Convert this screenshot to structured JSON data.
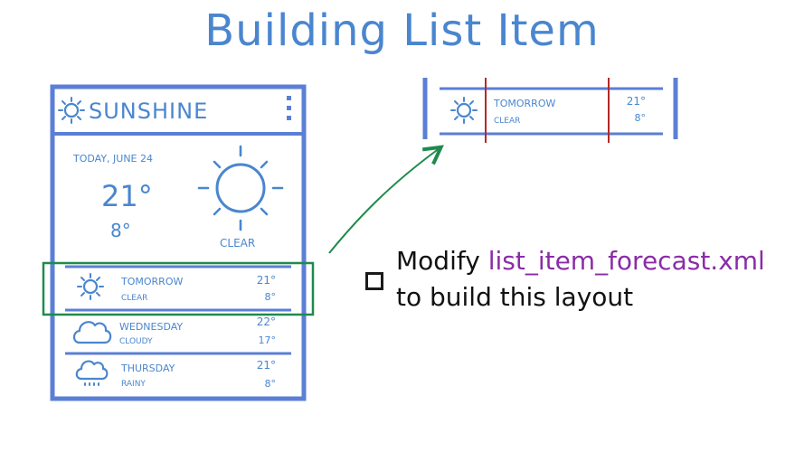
{
  "title": "Building List Item",
  "colors": {
    "blue": "#4a86cf",
    "frame": "#5b7fd6",
    "green_highlight": "#1f8a4c",
    "red_divider": "#b22a2a",
    "file_name": "#8a2ca8"
  },
  "phone": {
    "app_title": "SUNSHINE",
    "app_icon": "sun-icon",
    "menu_icon": "overflow-menu-icon",
    "today": {
      "date": "TODAY, JUNE 24",
      "high": "21°",
      "low": "8°",
      "condition": "CLEAR",
      "icon": "sun-icon"
    },
    "forecast": [
      {
        "day": "TOMORROW",
        "condition": "CLEAR",
        "high": "21°",
        "low": "8°",
        "icon": "sun-icon"
      },
      {
        "day": "WEDNESDAY",
        "condition": "CLOUDY",
        "high": "22°",
        "low": "17°",
        "icon": "cloud-icon"
      },
      {
        "day": "THURSDAY",
        "condition": "RAINY",
        "high": "21°",
        "low": "8°",
        "icon": "rain-cloud-icon"
      }
    ]
  },
  "detail": {
    "day": "TOMORROW",
    "condition": "CLEAR",
    "high": "21°",
    "low": "8°",
    "icon": "sun-icon"
  },
  "task": {
    "prefix": "Modify ",
    "file": "list_item_forecast.xml",
    "line2": "to build this layout"
  }
}
